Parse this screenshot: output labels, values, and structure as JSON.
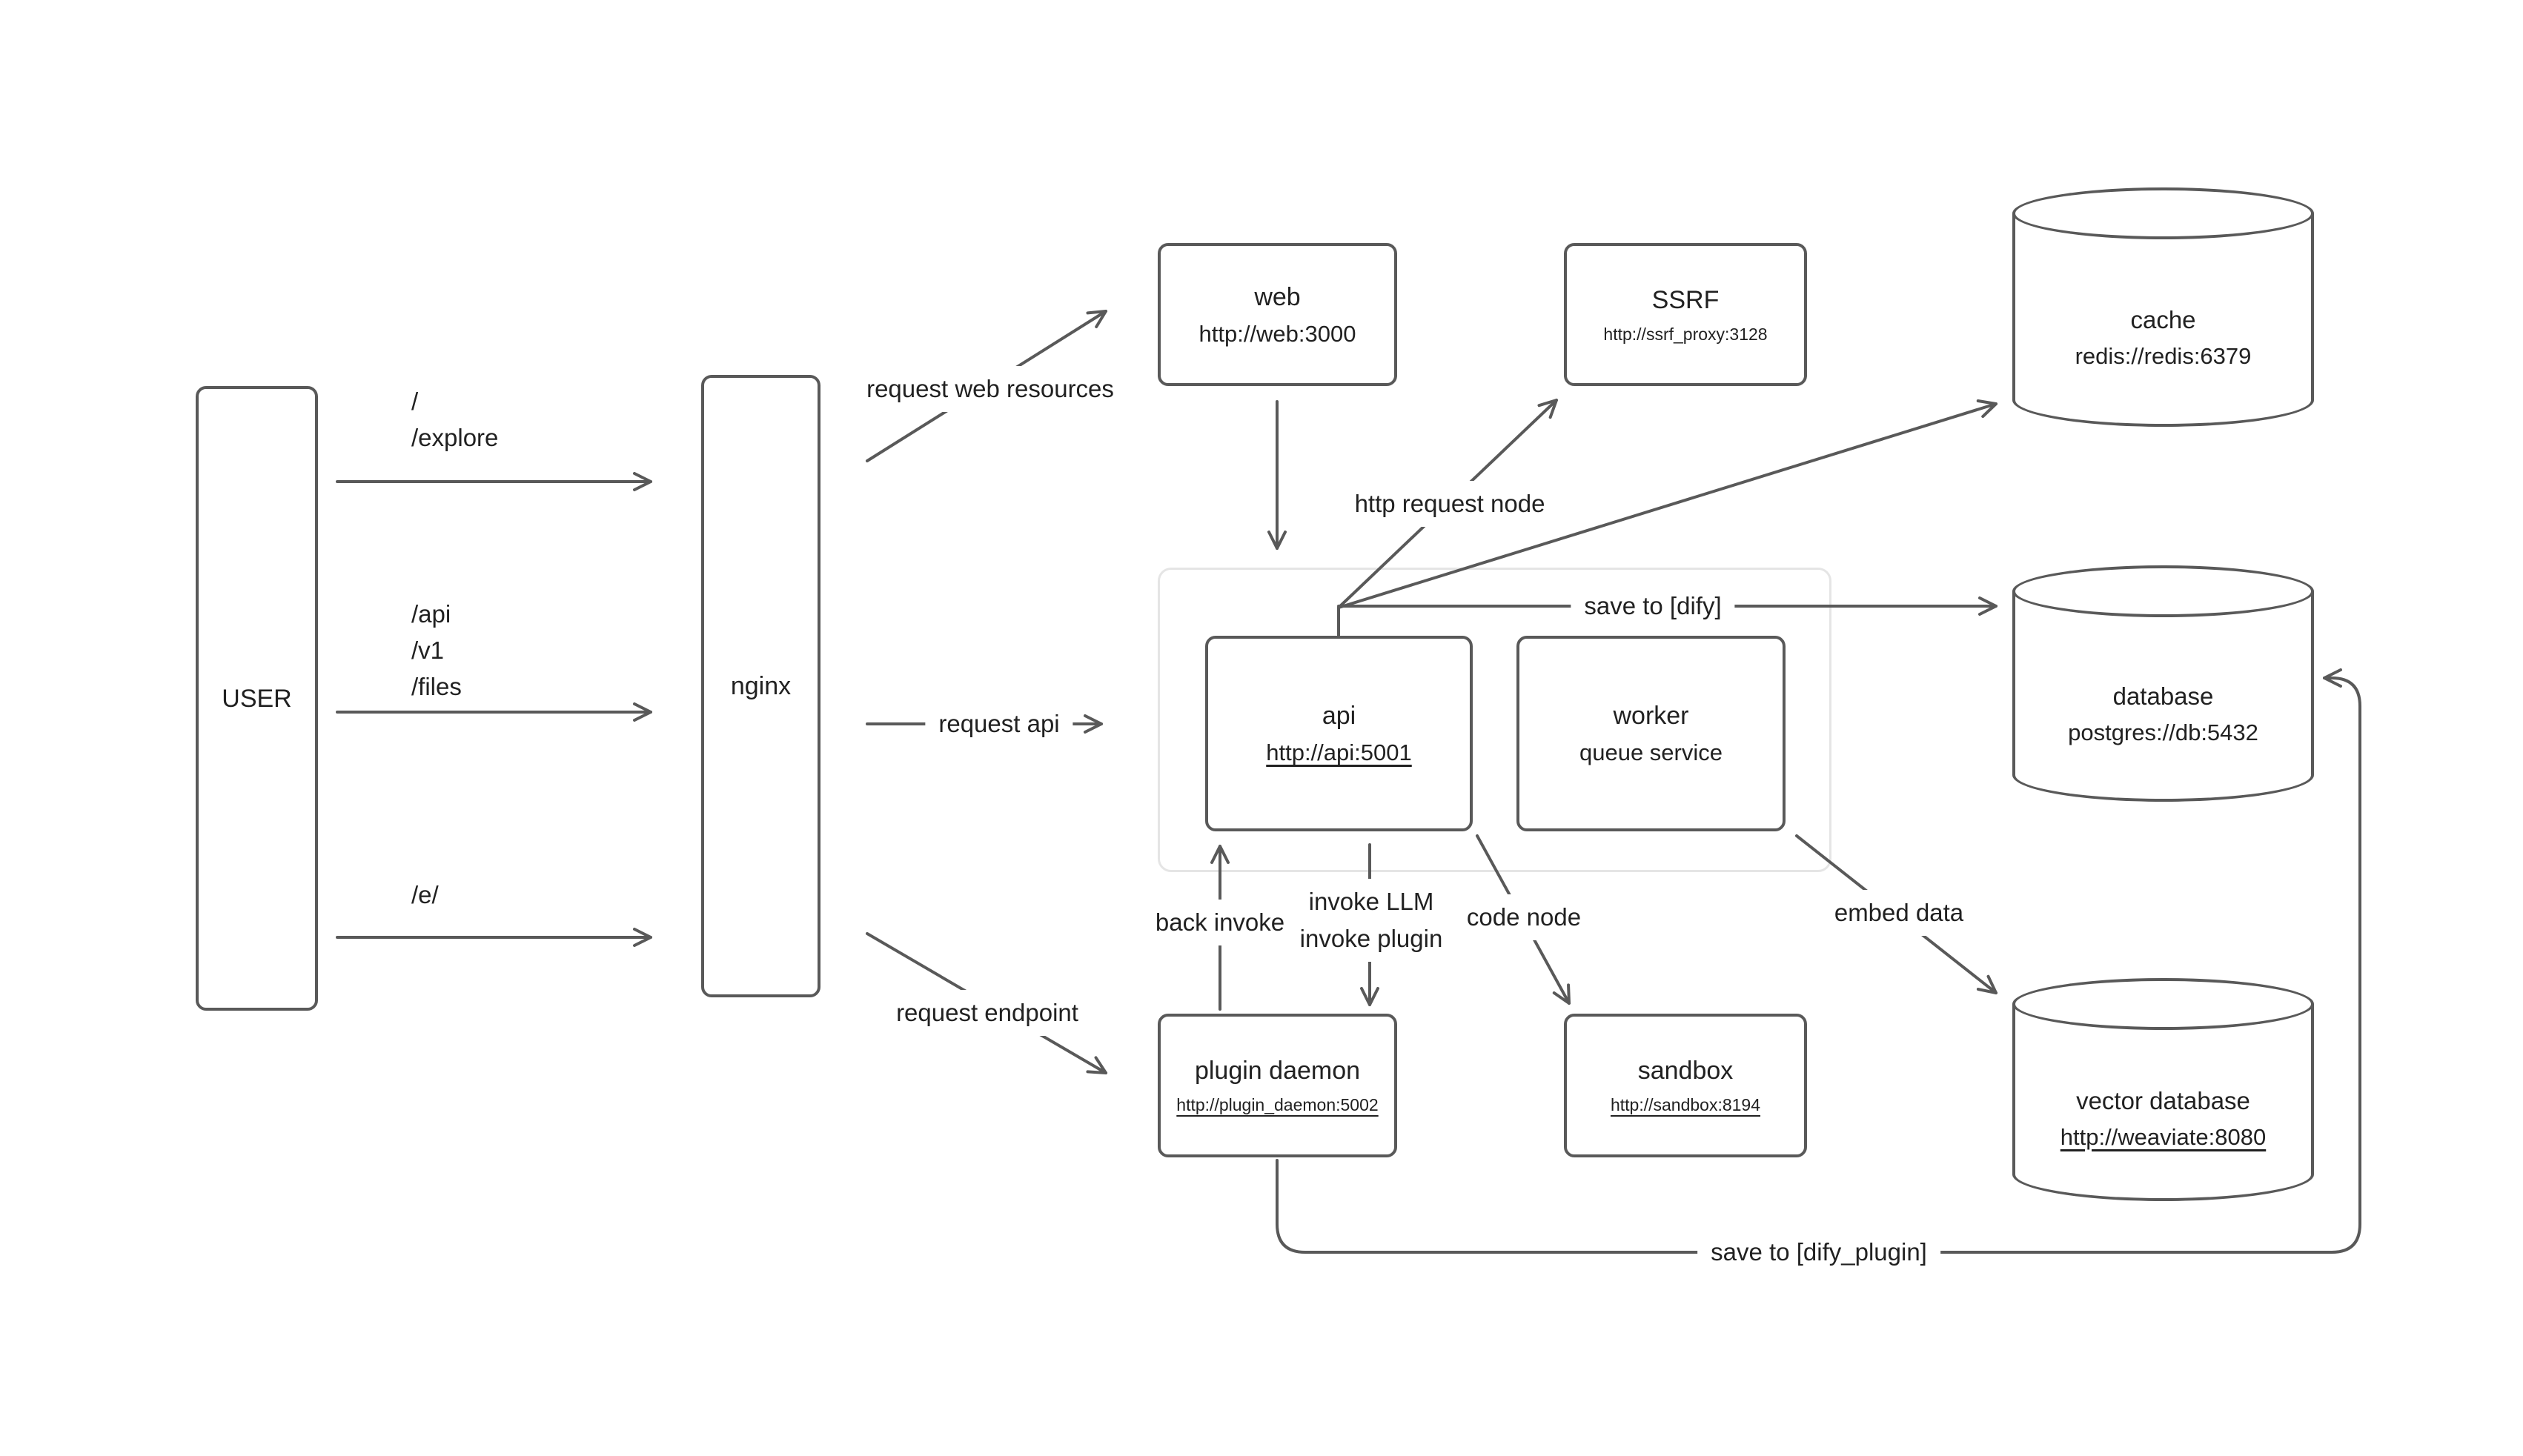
{
  "diagram": {
    "user": {
      "label": "USER"
    },
    "nginx": {
      "label": "nginx"
    },
    "routes": {
      "top": [
        "/",
        "/explore"
      ],
      "middle": [
        "/api",
        "/v1",
        "/files"
      ],
      "bottom": [
        "/e/"
      ]
    },
    "nodes": {
      "web": {
        "title": "web",
        "subtitle": "http://web:3000"
      },
      "ssrf": {
        "title": "SSRF",
        "subtitle": "http://ssrf_proxy:3128"
      },
      "api": {
        "title": "api",
        "subtitle": "http://api:5001"
      },
      "worker": {
        "title": "worker",
        "subtitle": "queue service"
      },
      "plugin_daemon": {
        "title": "plugin daemon",
        "subtitle": "http://plugin_daemon:5002"
      },
      "sandbox": {
        "title": "sandbox",
        "subtitle": "http://sandbox:8194"
      },
      "cache": {
        "title": "cache",
        "subtitle": "redis://redis:6379"
      },
      "database": {
        "title": "database",
        "subtitle": "postgres://db:5432"
      },
      "vector_database": {
        "title": "vector database",
        "subtitle": "http://weaviate:8080"
      }
    },
    "edge_labels": {
      "request_web_resources": "request web resources",
      "request_api": "request api",
      "request_endpoint": "request endpoint",
      "http_request_node": "http request node",
      "save_to_dify": "save to [dify]",
      "back_invoke": "back invoke",
      "invoke_llm": "invoke LLM",
      "invoke_plugin": "invoke plugin",
      "code_node": "code node",
      "embed_data": "embed data",
      "save_to_dify_plugin": "save to [dify_plugin]"
    },
    "colors": {
      "stroke": "#595959",
      "text": "#212121",
      "group_border": "#e5e5e5"
    }
  }
}
